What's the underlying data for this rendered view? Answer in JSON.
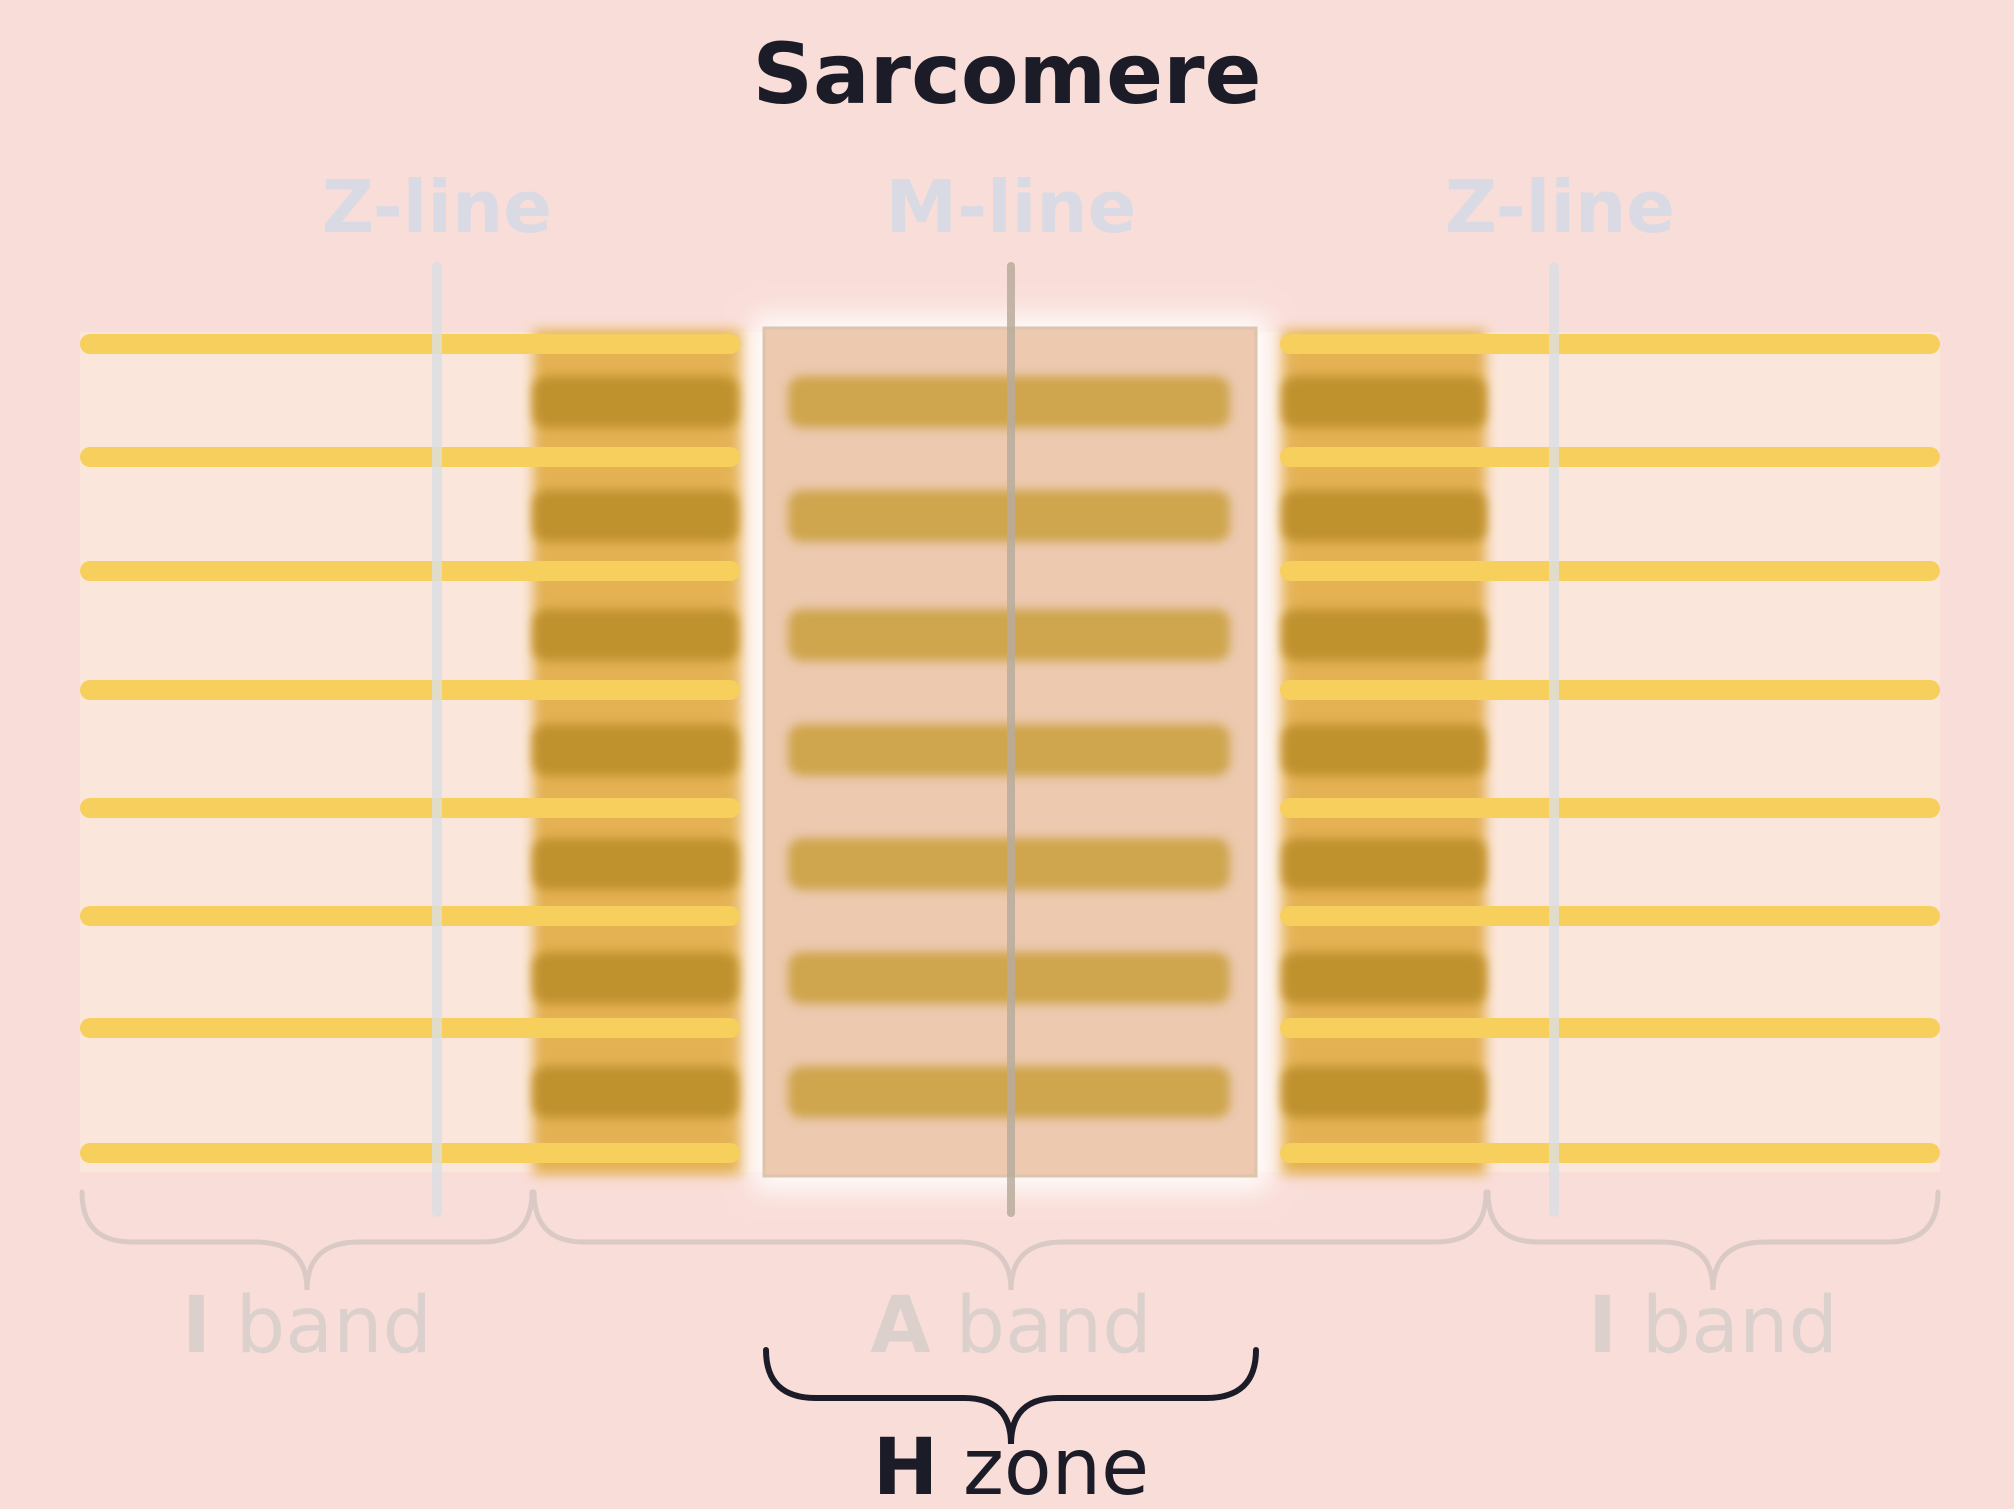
{
  "title": "Sarcomere",
  "labels": {
    "z_line_left": "Z-line",
    "m_line": "M-line",
    "z_line_right": "Z-line"
  },
  "bands": {
    "i_left": {
      "letter": "I",
      "word": "band"
    },
    "a": {
      "letter": "A",
      "word": "band"
    },
    "i_right": {
      "letter": "I",
      "word": "band"
    },
    "h": {
      "letter": "H",
      "word": "zone"
    }
  },
  "colors": {
    "background": "#f9ddd8",
    "thin_filament": "#f7cf5c",
    "thick_filament_overlap": "#c0922f",
    "thick_filament_h_zone": "#cfa54e",
    "title": "#1c1c28",
    "faded_label": "#dcd0cd",
    "line_label": "#d9dae3"
  }
}
